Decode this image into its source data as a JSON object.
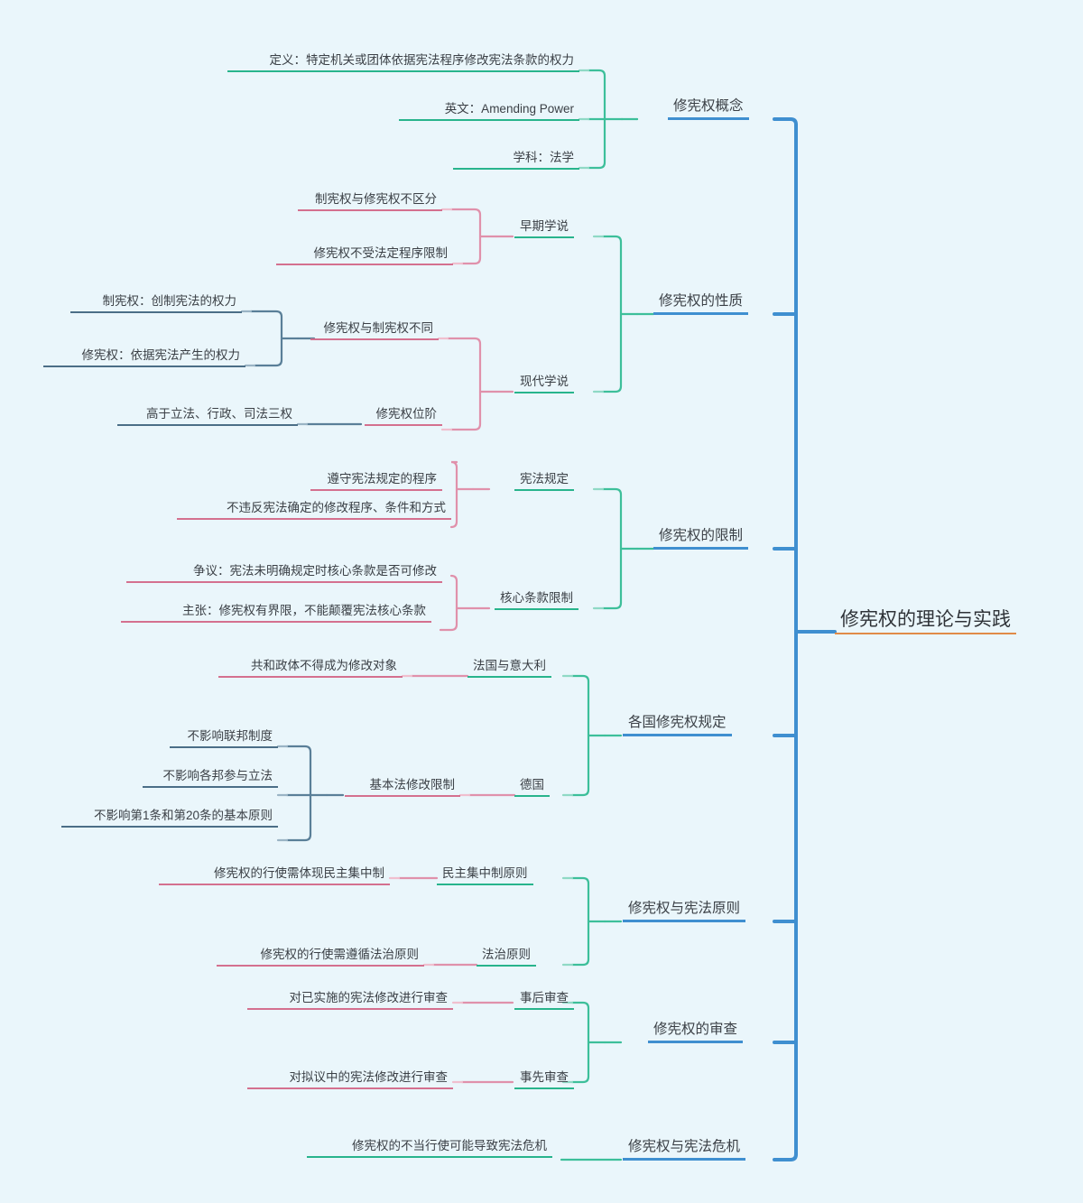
{
  "diagram": {
    "type": "mindmap",
    "orientation": "right-root-left-branches",
    "background_color": "#eaf6fb",
    "root": {
      "label": "修宪权的理论与实践",
      "underline_color": "#e08b48"
    },
    "colors": {
      "spine": "#3f8fd0",
      "level1_underline": "#3f8fd0",
      "level2_underline": "#28b48c",
      "level3_underline": "#d4708f",
      "level4_underline": "#4b6e87",
      "connector_green": "#3dbf9a",
      "connector_pink": "#e091ab",
      "connector_slate": "#5a7f98"
    },
    "branches": [
      {
        "label": "修宪权概念",
        "children": [
          {
            "label": "定义：特定机关或团体依据宪法程序修改宪法条款的权力"
          },
          {
            "label": "英文：Amending Power"
          },
          {
            "label": "学科：法学"
          }
        ]
      },
      {
        "label": "修宪权的性质",
        "children": [
          {
            "label": "早期学说",
            "children": [
              {
                "label": "制宪权与修宪权不区分"
              },
              {
                "label": "修宪权不受法定程序限制"
              }
            ]
          },
          {
            "label": "现代学说",
            "children": [
              {
                "label": "修宪权与制宪权不同",
                "children": [
                  {
                    "label": "制宪权：创制宪法的权力"
                  },
                  {
                    "label": "修宪权：依据宪法产生的权力"
                  }
                ]
              },
              {
                "label": "修宪权位阶",
                "children": [
                  {
                    "label": "高于立法、行政、司法三权"
                  }
                ]
              }
            ]
          }
        ]
      },
      {
        "label": "修宪权的限制",
        "children": [
          {
            "label": "宪法规定",
            "children": [
              {
                "label": "遵守宪法规定的程序"
              },
              {
                "label": "不违反宪法确定的修改程序、条件和方式"
              }
            ]
          },
          {
            "label": "核心条款限制",
            "children": [
              {
                "label": "争议：宪法未明确规定时核心条款是否可修改"
              },
              {
                "label": "主张：修宪权有界限，不能颠覆宪法核心条款"
              }
            ]
          }
        ]
      },
      {
        "label": "各国修宪权规定",
        "children": [
          {
            "label": "法国与意大利",
            "children": [
              {
                "label": "共和政体不得成为修改对象"
              }
            ]
          },
          {
            "label": "德国",
            "children": [
              {
                "label": "基本法修改限制",
                "children": [
                  {
                    "label": "不影响联邦制度"
                  },
                  {
                    "label": "不影响各邦参与立法"
                  },
                  {
                    "label": "不影响第1条和第20条的基本原则"
                  }
                ]
              }
            ]
          }
        ]
      },
      {
        "label": "修宪权与宪法原则",
        "children": [
          {
            "label": "民主集中制原则",
            "children": [
              {
                "label": "修宪权的行使需体现民主集中制"
              }
            ]
          },
          {
            "label": "法治原则",
            "children": [
              {
                "label": "修宪权的行使需遵循法治原则"
              }
            ]
          }
        ]
      },
      {
        "label": "修宪权的审查",
        "children": [
          {
            "label": "事后审查",
            "children": [
              {
                "label": "对已实施的宪法修改进行审查"
              }
            ]
          },
          {
            "label": "事先审查",
            "children": [
              {
                "label": "对拟议中的宪法修改进行审查"
              }
            ]
          }
        ]
      },
      {
        "label": "修宪权与宪法危机",
        "children": [
          {
            "label": "修宪权的不当行使可能导致宪法危机"
          }
        ]
      }
    ]
  },
  "nodes": {
    "root": "修宪权的理论与实践",
    "b1": "修宪权概念",
    "b1c1": "定义：特定机关或团体依据宪法程序修改宪法条款的权力",
    "b1c2": "英文：Amending Power",
    "b1c3": "学科：法学",
    "b2": "修宪权的性质",
    "b2c1": "早期学说",
    "b2c1a": "制宪权与修宪权不区分",
    "b2c1b": "修宪权不受法定程序限制",
    "b2c2": "现代学说",
    "b2c2a": "修宪权与制宪权不同",
    "b2c2a1": "制宪权：创制宪法的权力",
    "b2c2a2": "修宪权：依据宪法产生的权力",
    "b2c2b": "修宪权位阶",
    "b2c2b1": "高于立法、行政、司法三权",
    "b3": "修宪权的限制",
    "b3c1": "宪法规定",
    "b3c1a": "遵守宪法规定的程序",
    "b3c1b": "不违反宪法确定的修改程序、条件和方式",
    "b3c2": "核心条款限制",
    "b3c2a": "争议：宪法未明确规定时核心条款是否可修改",
    "b3c2b": "主张：修宪权有界限，不能颠覆宪法核心条款",
    "b4": "各国修宪权规定",
    "b4c1": "法国与意大利",
    "b4c1a": "共和政体不得成为修改对象",
    "b4c2": "德国",
    "b4c2a": "基本法修改限制",
    "b4c2a1": "不影响联邦制度",
    "b4c2a2": "不影响各邦参与立法",
    "b4c2a3": "不影响第1条和第20条的基本原则",
    "b5": "修宪权与宪法原则",
    "b5c1": "民主集中制原则",
    "b5c1a": "修宪权的行使需体现民主集中制",
    "b5c2": "法治原则",
    "b5c2a": "修宪权的行使需遵循法治原则",
    "b6": "修宪权的审查",
    "b6c1": "事后审查",
    "b6c1a": "对已实施的宪法修改进行审查",
    "b6c2": "事先审查",
    "b6c2a": "对拟议中的宪法修改进行审查",
    "b7": "修宪权与宪法危机",
    "b7c1": "修宪权的不当行使可能导致宪法危机"
  }
}
